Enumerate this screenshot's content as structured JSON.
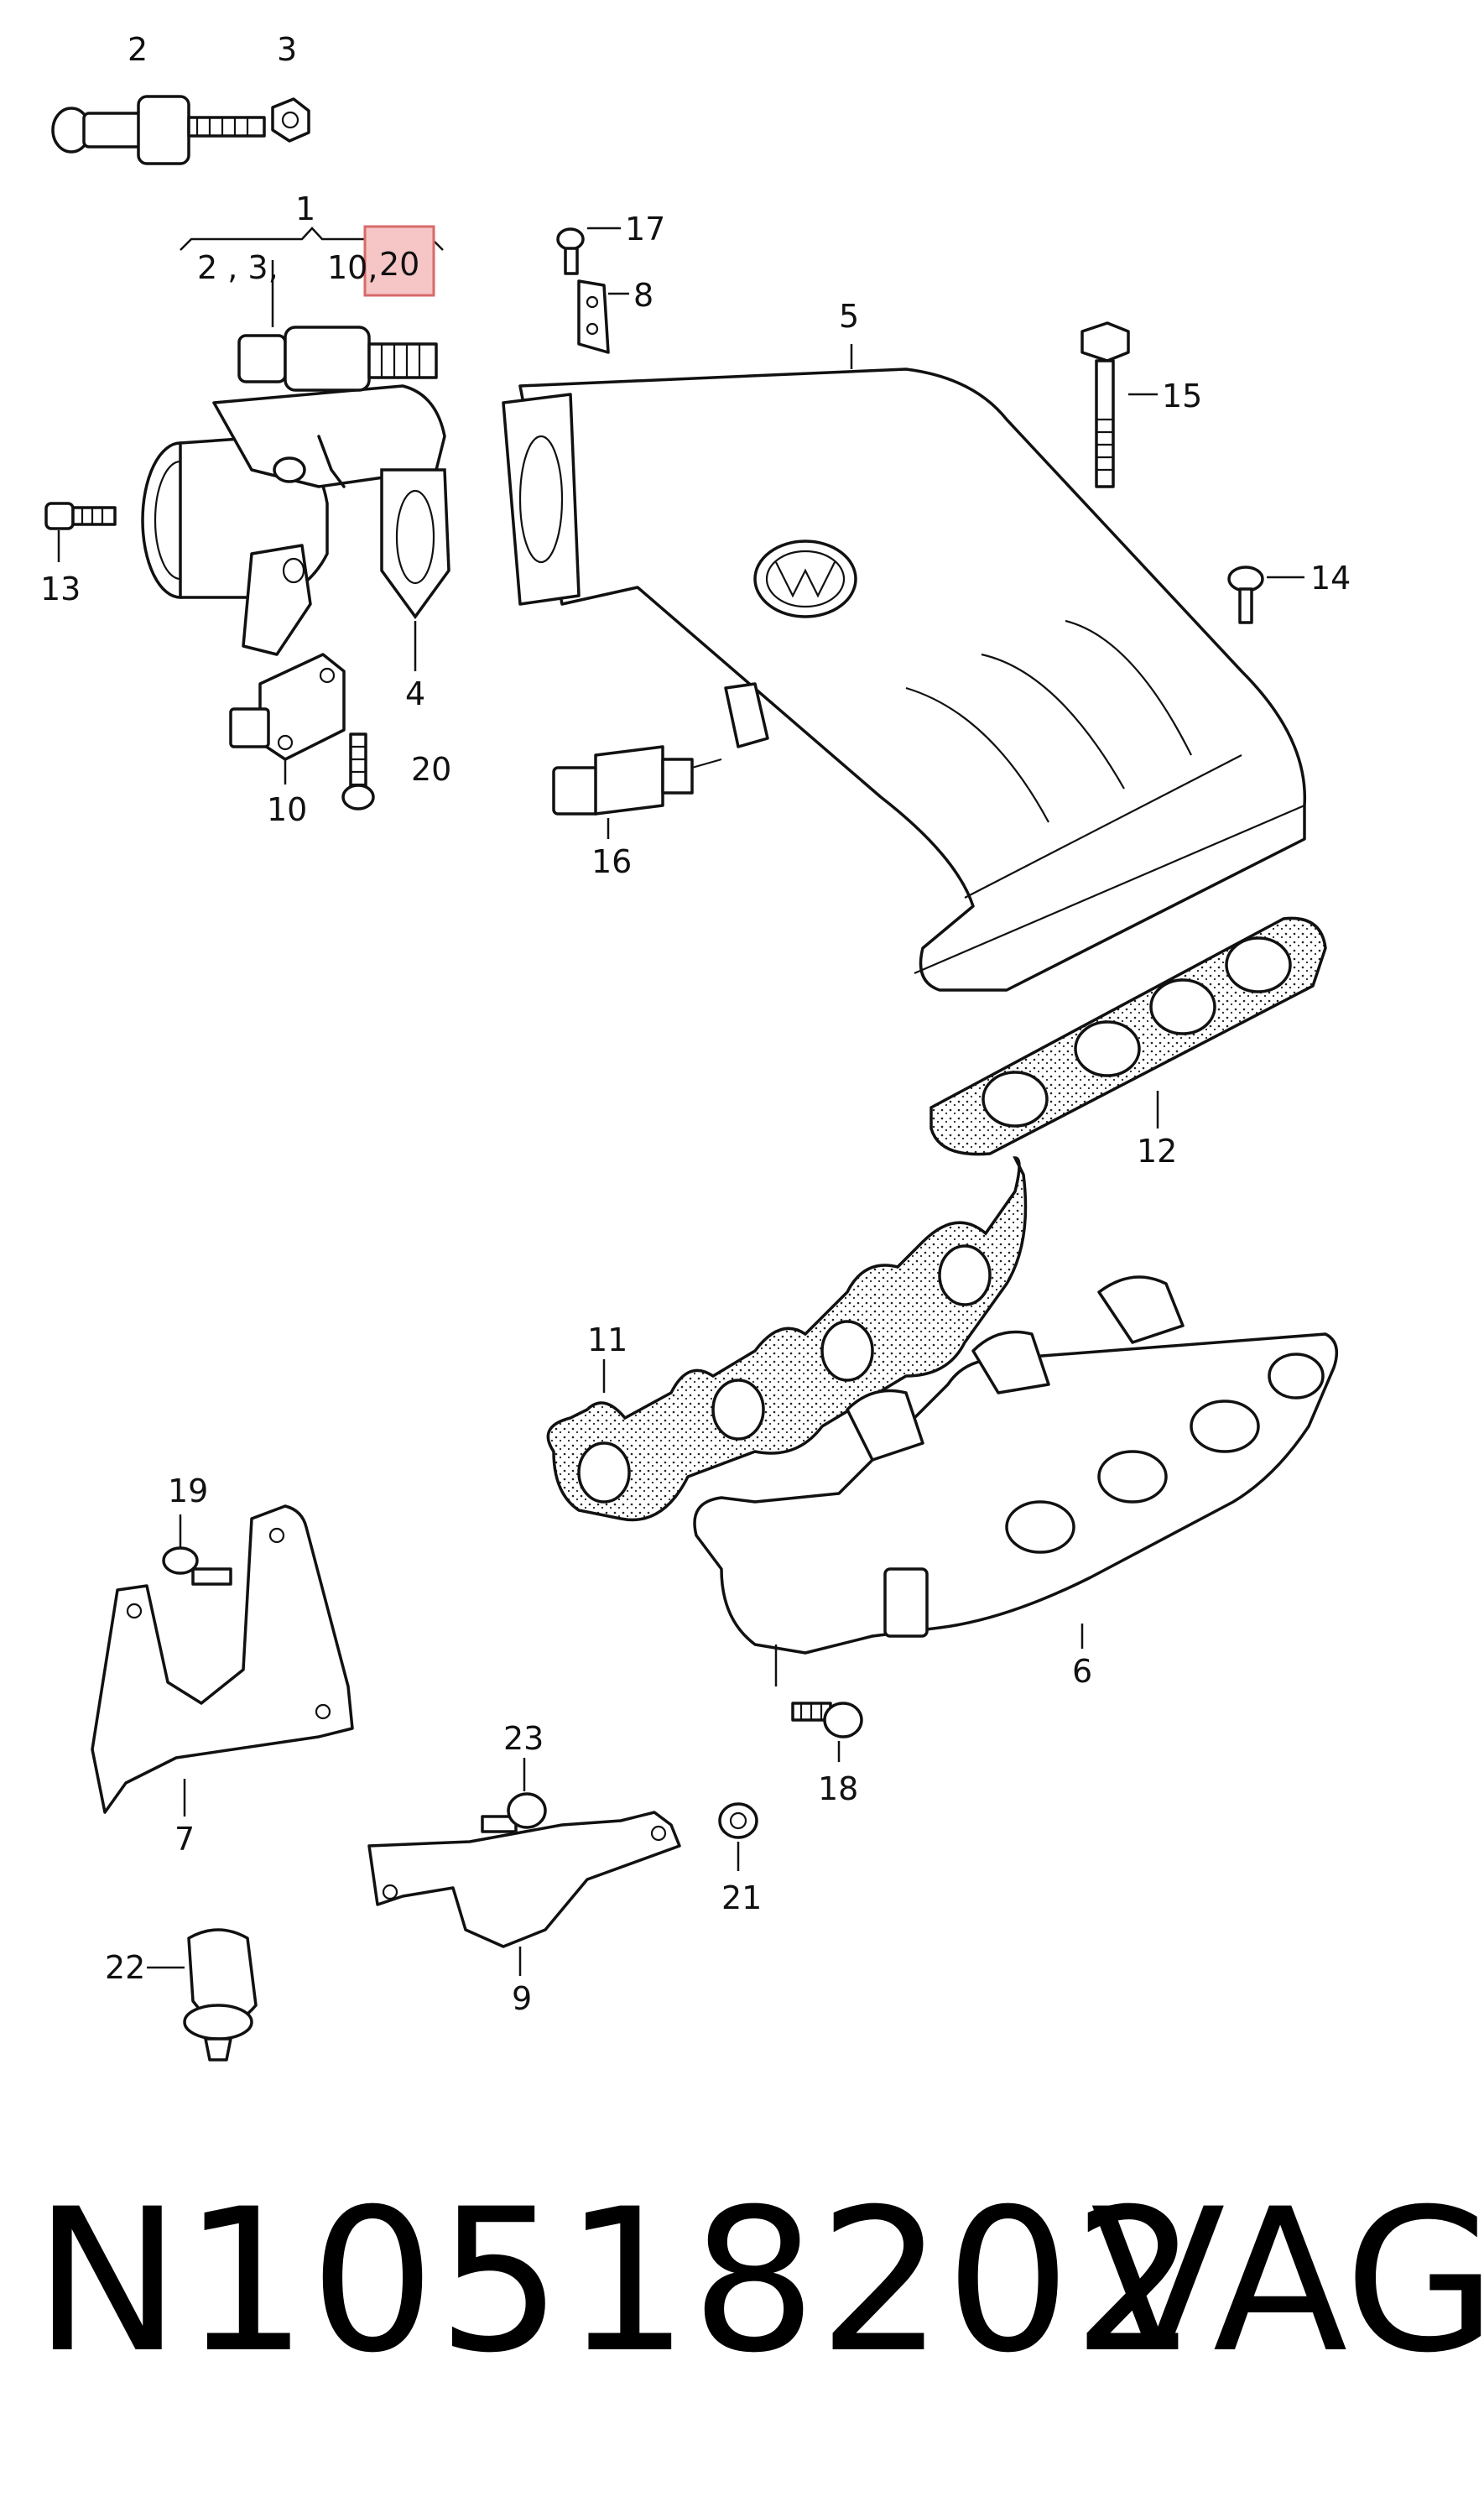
{
  "callouts": {
    "c1": "1",
    "c2": "2",
    "c3": "3",
    "c4": "4",
    "c5": "5",
    "c6": "6",
    "c7": "7",
    "c8": "8",
    "c9": "9",
    "c10": "10",
    "c11": "11",
    "c12": "12",
    "c13": "13",
    "c14": "14",
    "c15": "15",
    "c16": "16",
    "c17": "17",
    "c18": "18",
    "c19": "19",
    "c20": "20",
    "c21": "21",
    "c22": "22",
    "c23": "23"
  },
  "group_label": {
    "left_items": "2 , 3,",
    "item_10": "10,",
    "item_20_highlighted": "20"
  },
  "footer": {
    "part_number": "N10518202",
    "brand": "VAG"
  },
  "colors": {
    "highlight_fill": "#f6c6c6",
    "highlight_stroke": "#d86a6a",
    "line": "#111111"
  }
}
